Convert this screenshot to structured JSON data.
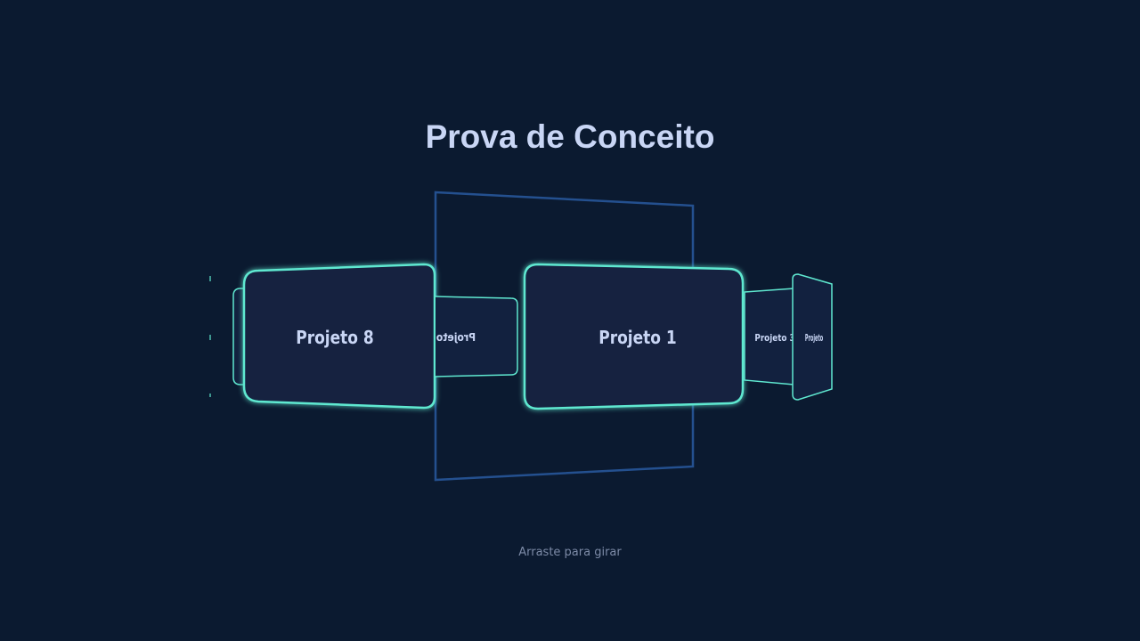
{
  "title": "Prova de Conceito",
  "hint": "Arraste para girar",
  "colors": {
    "background": "#0b1a30",
    "card_fill": "#12213f",
    "card_border": "#5fe8d0",
    "frame_border": "#24508f",
    "title_text": "#c9d6f5",
    "hint_text": "#7c8aa6"
  },
  "cards": [
    {
      "label": "Projeto 8"
    },
    {
      "label": "Projeto"
    },
    {
      "label": "Projeto 1"
    },
    {
      "label": "Projeto 3"
    },
    {
      "label": "Projeto"
    }
  ]
}
